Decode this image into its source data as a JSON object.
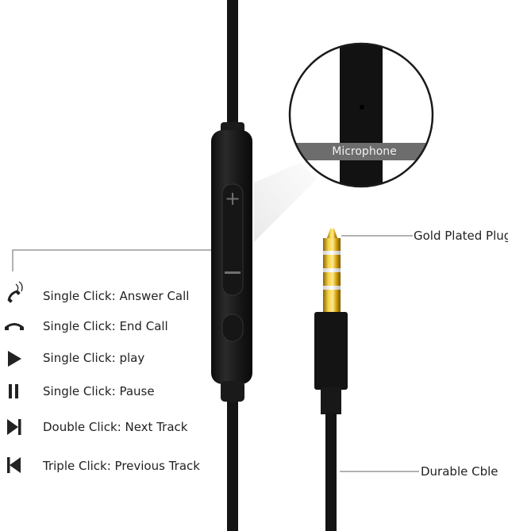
{
  "callouts": {
    "microphone": "Microphone",
    "gold_plug": "Gold Plated Plug",
    "cable": "Durable Cble"
  },
  "controls": [
    {
      "icon": "phone-answer-icon",
      "label": "Single Click: Answer Call"
    },
    {
      "icon": "phone-hangup-icon",
      "label": "Single Click: End Call"
    },
    {
      "icon": "play-icon",
      "label": "Single Click: play"
    },
    {
      "icon": "pause-icon",
      "label": "Single Click: Pause"
    },
    {
      "icon": "next-track-icon",
      "label": "Double Click: Next Track"
    },
    {
      "icon": "previous-track-icon",
      "label": "Triple Click: Previous Track"
    }
  ],
  "colors": {
    "cable": "#141414",
    "remote": "#1c1c1c",
    "gold": "#d9a400",
    "callout_line": "#555555",
    "label_band": "#6d6d6d"
  }
}
